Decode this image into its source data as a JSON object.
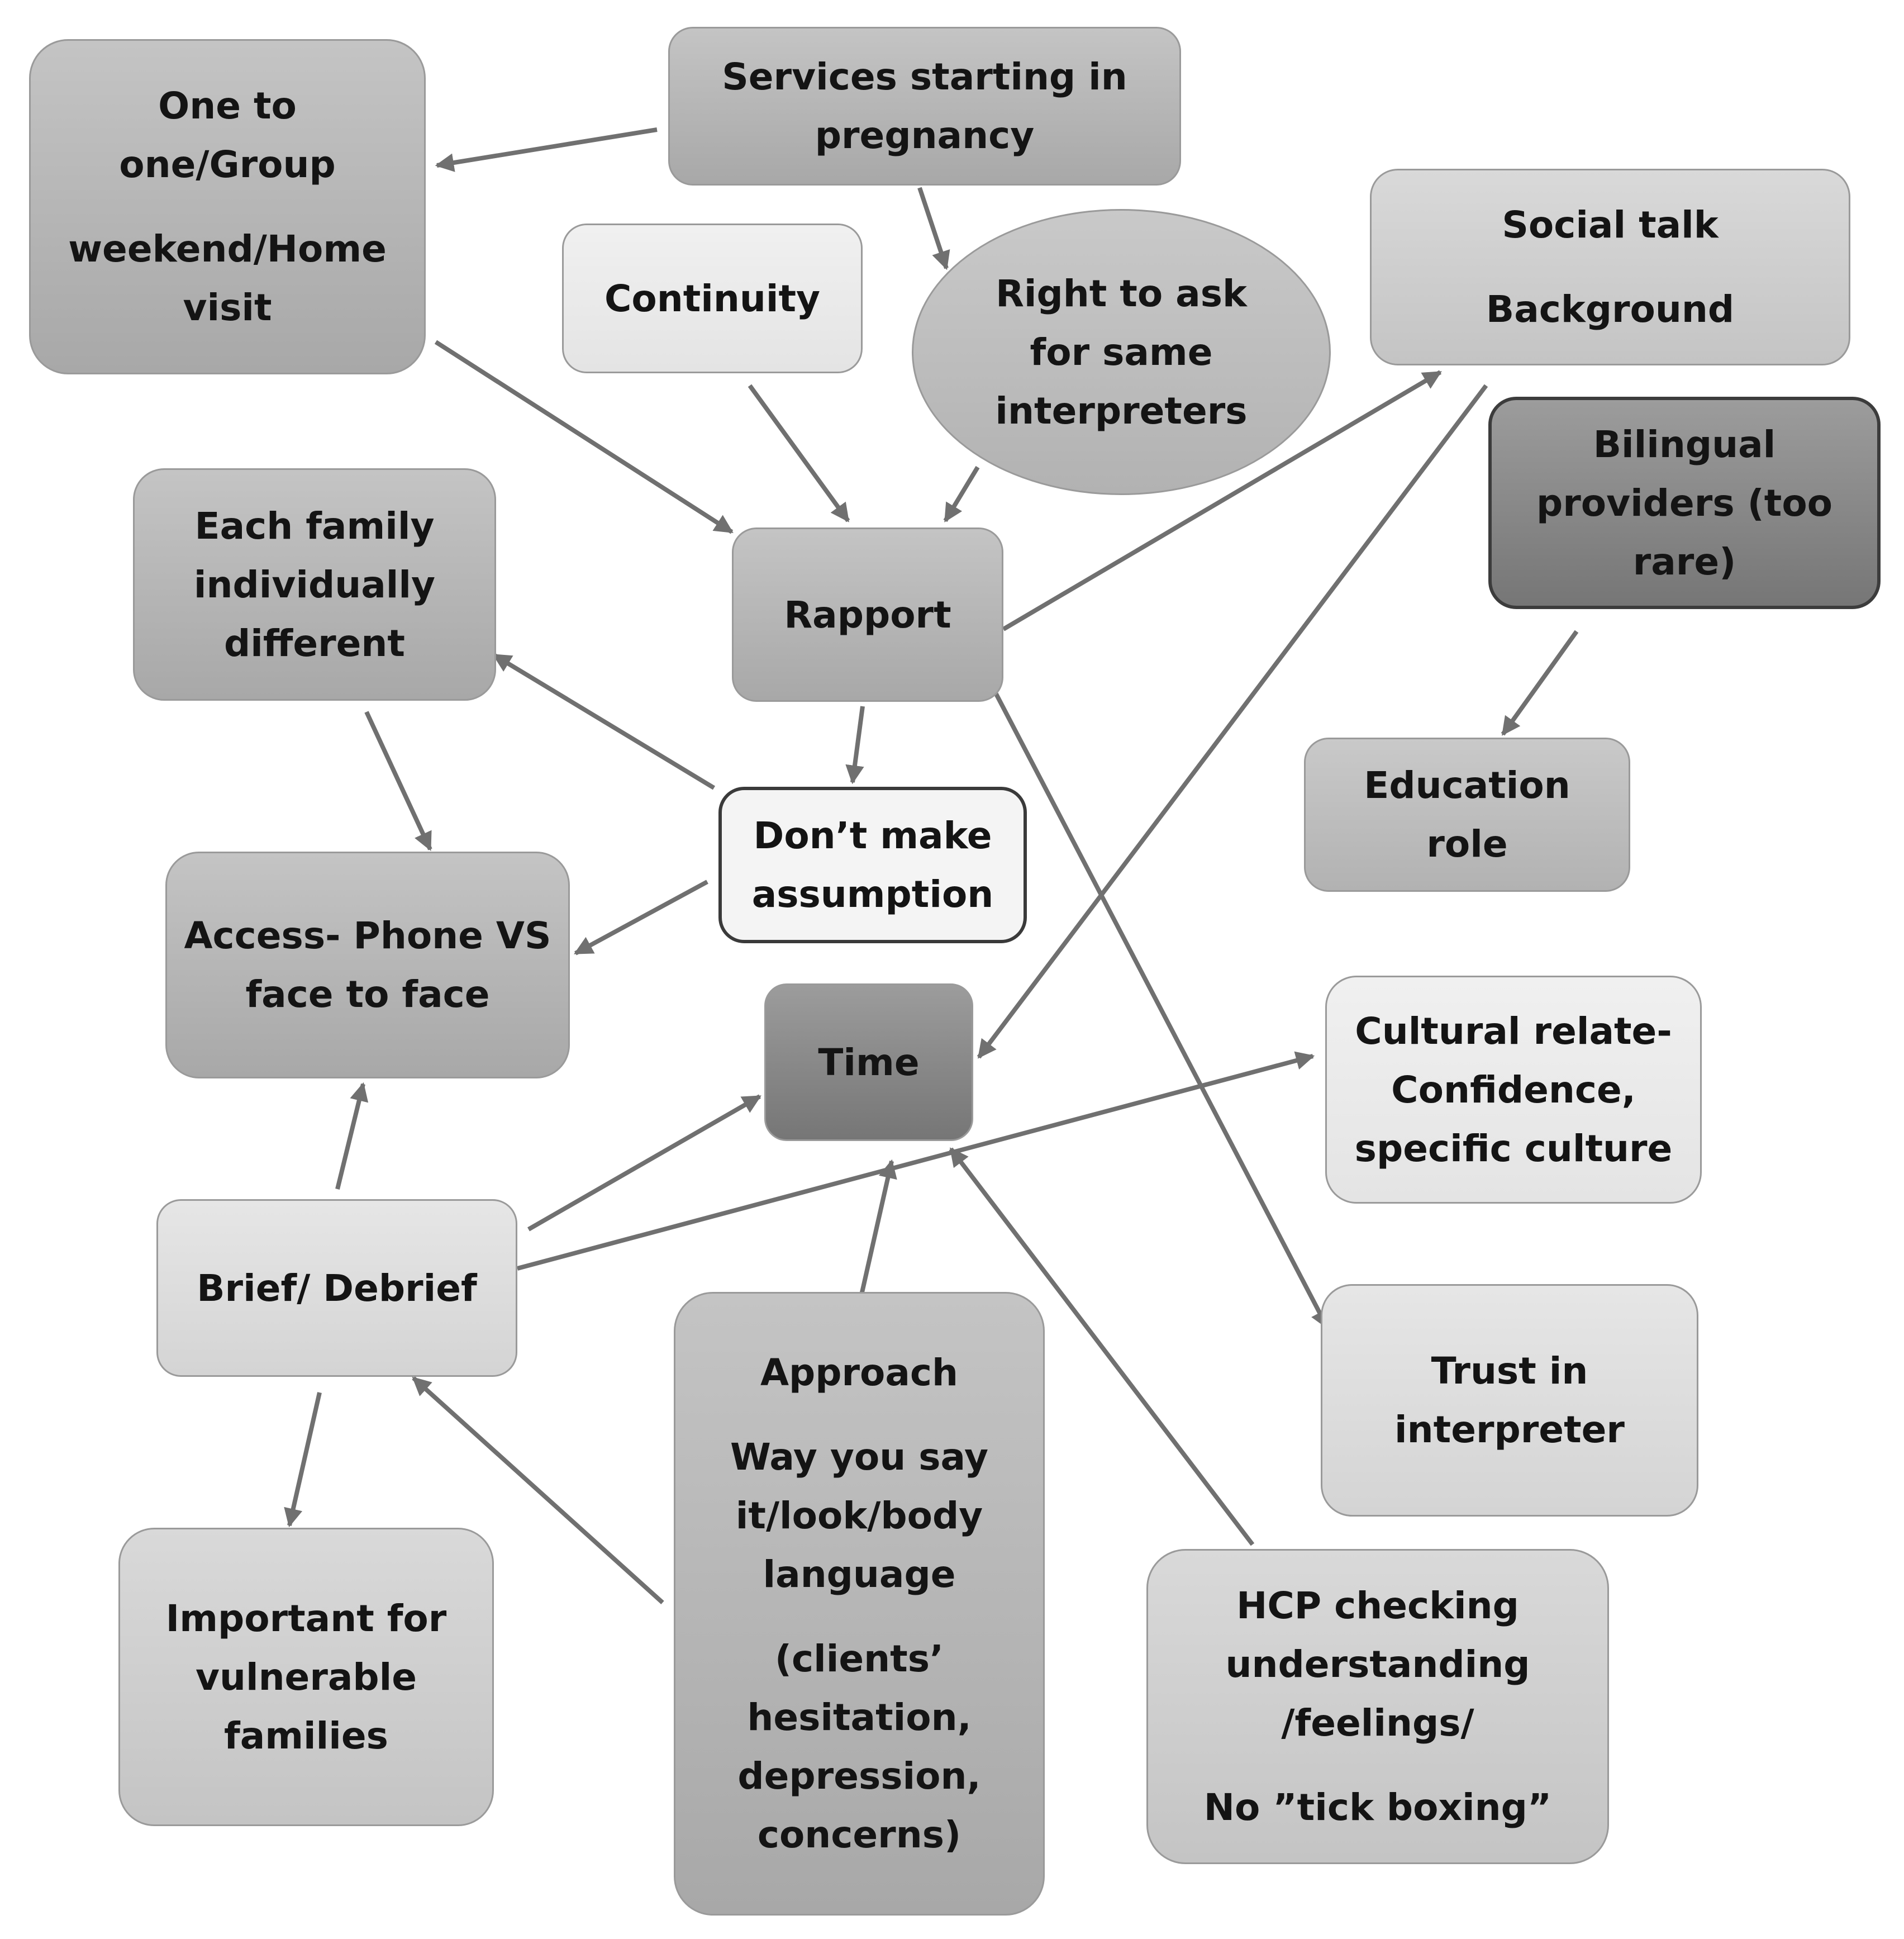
{
  "nodes": {
    "one_to_one": {
      "lines": [
        "One to",
        "one/Group",
        "",
        "weekend/Home",
        "visit"
      ]
    },
    "services": {
      "lines": [
        "Services starting in",
        "pregnancy"
      ]
    },
    "continuity": {
      "lines": [
        "Continuity"
      ]
    },
    "right_to_ask": {
      "lines": [
        "Right to ask",
        "for same",
        "interpreters"
      ]
    },
    "social_talk": {
      "lines": [
        "Social talk",
        "",
        "Background"
      ]
    },
    "bilingual": {
      "lines": [
        "Bilingual",
        "providers (too",
        "rare)"
      ]
    },
    "each_family": {
      "lines": [
        "Each family",
        "individually",
        "different"
      ]
    },
    "rapport": {
      "lines": [
        "Rapport"
      ]
    },
    "education": {
      "lines": [
        "Education",
        "role"
      ]
    },
    "dont_assume": {
      "lines": [
        "Don’t make",
        "assumption"
      ]
    },
    "access": {
      "lines": [
        "Access- Phone VS",
        "face to face"
      ]
    },
    "time": {
      "lines": [
        "Time"
      ]
    },
    "cultural": {
      "lines": [
        "Cultural relate-",
        "Confidence,",
        "specific culture"
      ]
    },
    "brief": {
      "lines": [
        "Brief/ Debrief"
      ]
    },
    "approach": {
      "lines": [
        "Approach",
        "",
        "Way you say",
        "it/look/body",
        "language",
        "",
        "(clients’",
        "hesitation,",
        "depression,",
        "concerns)"
      ]
    },
    "trust": {
      "lines": [
        "Trust in",
        "interpreter"
      ]
    },
    "important": {
      "lines": [
        "Important for",
        "vulnerable",
        "families"
      ]
    },
    "hcp": {
      "lines": [
        "HCP checking",
        "understanding",
        "/feelings/",
        "",
        "No ”tick boxing”"
      ]
    }
  },
  "edges": [
    {
      "from": "services",
      "to": "one_to_one"
    },
    {
      "from": "services",
      "to": "right_to_ask"
    },
    {
      "from": "one_to_one",
      "to": "rapport"
    },
    {
      "from": "continuity",
      "to": "rapport"
    },
    {
      "from": "right_to_ask",
      "to": "rapport"
    },
    {
      "from": "rapport",
      "to": "social_talk"
    },
    {
      "from": "rapport",
      "to": "dont_assume"
    },
    {
      "from": "rapport",
      "to": "trust"
    },
    {
      "from": "social_talk",
      "to": "time"
    },
    {
      "from": "bilingual",
      "to": "education"
    },
    {
      "from": "dont_assume",
      "to": "each_family"
    },
    {
      "from": "dont_assume",
      "to": "access"
    },
    {
      "from": "each_family",
      "to": "access"
    },
    {
      "from": "brief",
      "to": "access"
    },
    {
      "from": "brief",
      "to": "time"
    },
    {
      "from": "brief",
      "to": "cultural"
    },
    {
      "from": "brief",
      "to": "important"
    },
    {
      "from": "approach",
      "to": "time"
    },
    {
      "from": "approach",
      "to": "brief"
    },
    {
      "from": "hcp",
      "to": "time"
    }
  ],
  "colors": {
    "arrow": "#707070",
    "text": "#141414"
  }
}
